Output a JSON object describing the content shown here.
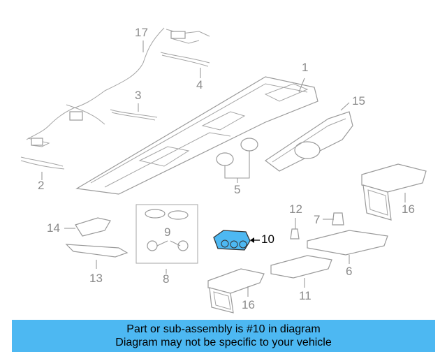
{
  "diagram": {
    "callouts": [
      {
        "id": "17",
        "label": "17"
      },
      {
        "id": "1",
        "label": "1"
      },
      {
        "id": "4",
        "label": "4"
      },
      {
        "id": "3",
        "label": "3"
      },
      {
        "id": "15",
        "label": "15"
      },
      {
        "id": "2",
        "label": "2"
      },
      {
        "id": "5",
        "label": "5"
      },
      {
        "id": "16a",
        "label": "16"
      },
      {
        "id": "14",
        "label": "14"
      },
      {
        "id": "9",
        "label": "9"
      },
      {
        "id": "12",
        "label": "12"
      },
      {
        "id": "7",
        "label": "7"
      },
      {
        "id": "10",
        "label": "10"
      },
      {
        "id": "8",
        "label": "8"
      },
      {
        "id": "13",
        "label": "13"
      },
      {
        "id": "6",
        "label": "6"
      },
      {
        "id": "11",
        "label": "11"
      },
      {
        "id": "16b",
        "label": "16"
      }
    ],
    "highlight_color": "#4db8f2"
  },
  "banner": {
    "line1": "Part or sub-assembly is #10 in diagram",
    "line2": "Diagram may not be specific to your vehicle",
    "color": "#4db8f2"
  }
}
